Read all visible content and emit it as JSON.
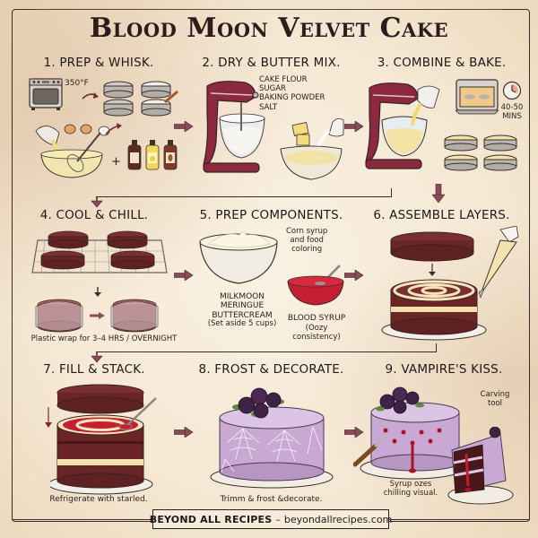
{
  "title": "Blood Moon Velvet Cake",
  "colors": {
    "background": "#f5e8d4",
    "ink": "#2a1f1c",
    "arrow": "#8a4a5a",
    "mixer": "#8b2a3e",
    "cake": "#6e2a2a",
    "syrup": "#b3152a",
    "frosting": "#c9a9d4",
    "roses": "#3e2346",
    "batter": "#f3e1a0"
  },
  "steps": [
    {
      "number": "1",
      "title": "1. PREP & WHISK.",
      "notes": {
        "oven_temp": "350°F",
        "plus": "+"
      },
      "icons": [
        "oven-icon",
        "cake-pans-icon",
        "eggs-icon",
        "whisk-bowl-icon",
        "vanilla-bottle-icon",
        "lemon-bottle-icon",
        "almond-bottle-icon"
      ]
    },
    {
      "number": "2",
      "title": "2. DRY & BUTTER MIX.",
      "notes": {
        "ingredients": [
          "CAKE FLOUR",
          "SUGAR",
          "BAKING POWDER",
          "SALT"
        ]
      },
      "icons": [
        "stand-mixer-icon",
        "butter-bowl-icon",
        "milk-pitcher-icon"
      ]
    },
    {
      "number": "3",
      "title": "3. COMBINE & BAKE.",
      "notes": {
        "bake_time": "40-50 MINS"
      },
      "icons": [
        "stand-mixer-icon",
        "oven-icon",
        "clock-icon",
        "batter-pans-icon"
      ]
    },
    {
      "number": "4",
      "title": "4. COOL & CHILL.",
      "notes": {
        "caption": "Plastic wrap for 3–4 HRS / OVERNIGHT"
      },
      "icons": [
        "cooling-rack-icon",
        "wrapped-cake-icon"
      ]
    },
    {
      "number": "5",
      "title": "5. PREP COMPONENTS.",
      "notes": {
        "syrup_hint": [
          "Corn syrup",
          "and food",
          "coloring"
        ],
        "buttercream_label": [
          "MILKMOON",
          "MERINGUE",
          "BUTTERCREAM"
        ],
        "buttercream_sub": "(Set aside 5 cups)",
        "syrup_label": "BLOOD SYRUP",
        "syrup_sub": "(Oozy consistency)"
      },
      "icons": [
        "buttercream-bowl-icon",
        "syrup-bowl-icon"
      ]
    },
    {
      "number": "6",
      "title": "6. ASSEMBLE LAYERS.",
      "notes": {},
      "icons": [
        "cake-layer-icon",
        "piping-bag-icon",
        "dam-ring-cake-icon"
      ]
    },
    {
      "number": "7",
      "title": "7. FILL & STACK.",
      "notes": {
        "caption": "Refrigerate with starled."
      },
      "icons": [
        "stacked-cake-icon",
        "spoon-icon"
      ]
    },
    {
      "number": "8",
      "title": "8. FROST & DECORATE.",
      "notes": {
        "caption": "Trimm & frost &decorate."
      },
      "icons": [
        "frosted-cake-icon",
        "roses-icon",
        "spiderweb-icon"
      ]
    },
    {
      "number": "9",
      "title": "9. VAMPIRE'S KISS.",
      "notes": {
        "carving": [
          "Carving",
          "tool"
        ],
        "syrup": [
          "Syrup ozes",
          "chilling visual."
        ]
      },
      "icons": [
        "bleeding-cake-icon",
        "carving-tool-icon",
        "cake-slice-icon"
      ]
    }
  ],
  "footer": {
    "brand": "BEYOND ALL RECIPES",
    "separator": "–",
    "url": "beyondallrecipes.com"
  }
}
